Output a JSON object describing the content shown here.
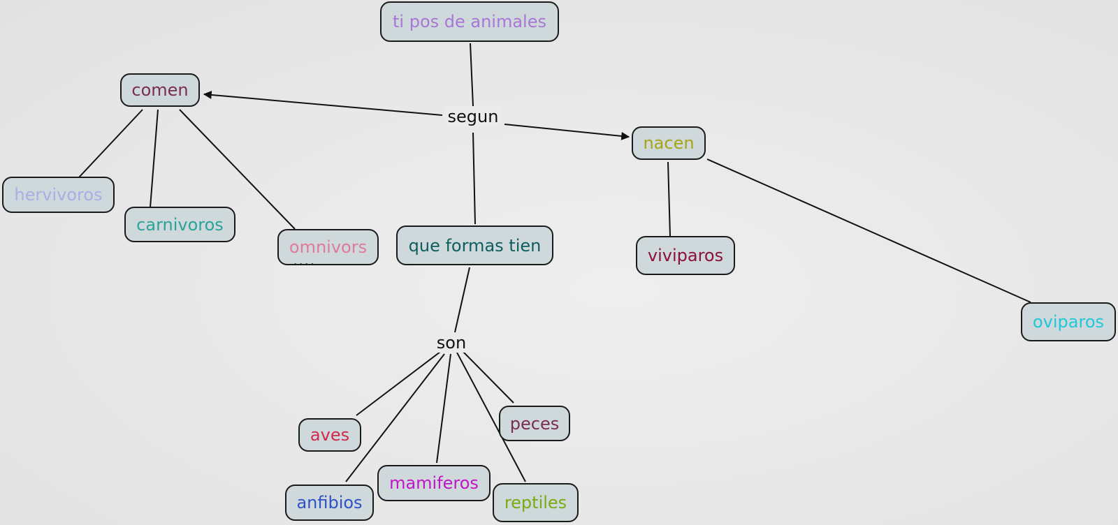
{
  "concepts": {
    "tipos": {
      "label": "ti pos de animales",
      "color": "#a877d6"
    },
    "comen": {
      "label": "comen",
      "color": "#7a2c55"
    },
    "nacen": {
      "label": "nacen",
      "color": "#a6a614"
    },
    "hervivoros": {
      "label": "hervivoros",
      "color": "#a8aee6"
    },
    "carnivoros": {
      "label": "carnivoros",
      "color": "#2aa39a"
    },
    "omnivors": {
      "label": "omnivors",
      "color": "#e07a9a"
    },
    "formas": {
      "label": "que formas tien",
      "color": "#0e5e5e"
    },
    "viviparos": {
      "label": "viviparos",
      "color": "#8a1238"
    },
    "oviparos": {
      "label": "oviparos",
      "color": "#1fc8d8"
    },
    "aves": {
      "label": "aves",
      "color": "#d0294d"
    },
    "peces": {
      "label": "peces",
      "color": "#7a2c55"
    },
    "anfibios": {
      "label": "anfibios",
      "color": "#2d52c7"
    },
    "mamiferos": {
      "label": "mamiferos",
      "color": "#c015c8"
    },
    "reptiles": {
      "label": "reptiles",
      "color": "#79ab12"
    }
  },
  "link_labels": {
    "segun": "segun",
    "son": "son"
  }
}
